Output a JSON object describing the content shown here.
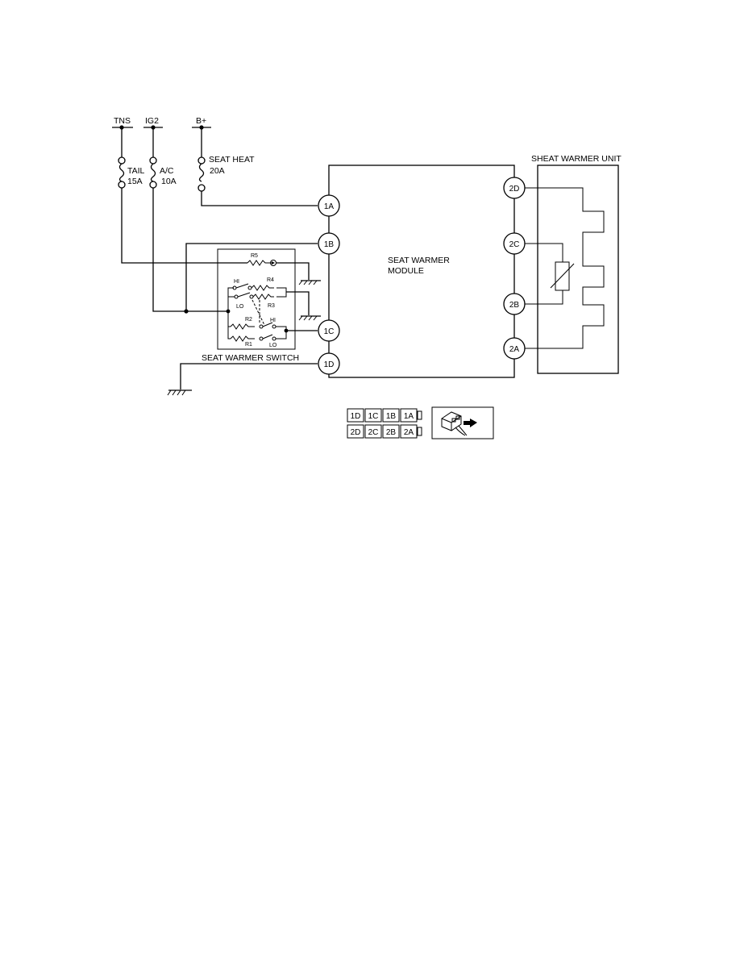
{
  "supplies": [
    {
      "id": "tns",
      "label": "TNS"
    },
    {
      "id": "ig2",
      "label": "IG2"
    },
    {
      "id": "bplus",
      "label": "B+"
    }
  ],
  "fuses": [
    {
      "id": "tail",
      "name": "TAIL",
      "rating": "15A"
    },
    {
      "id": "ac",
      "name": "A/C",
      "rating": "10A"
    },
    {
      "id": "seat_heat",
      "name": "SEAT HEAT",
      "rating": "20A"
    }
  ],
  "module": {
    "line1": "SEAT WARMER",
    "line2": "MODULE"
  },
  "heater_unit": {
    "label": "SHEAT WARMER UNIT"
  },
  "switch": {
    "label": "SEAT WARMER SWITCH",
    "resistors": {
      "r1": "R1",
      "r2": "R2",
      "r3": "R3",
      "r4": "R4",
      "r5": "R5"
    },
    "positions": {
      "hi_top": "HI",
      "lo_top": "LO",
      "hi_bottom": "HI",
      "lo_bottom": "LO"
    }
  },
  "module_pins": {
    "p1a": "1A",
    "p1b": "1B",
    "p1c": "1C",
    "p1d": "1D",
    "p2a": "2A",
    "p2b": "2B",
    "p2c": "2C",
    "p2d": "2D"
  },
  "connector_view": {
    "row1": [
      "1D",
      "1C",
      "1B",
      "1A"
    ],
    "row2": [
      "2D",
      "2C",
      "2B",
      "2A"
    ]
  }
}
